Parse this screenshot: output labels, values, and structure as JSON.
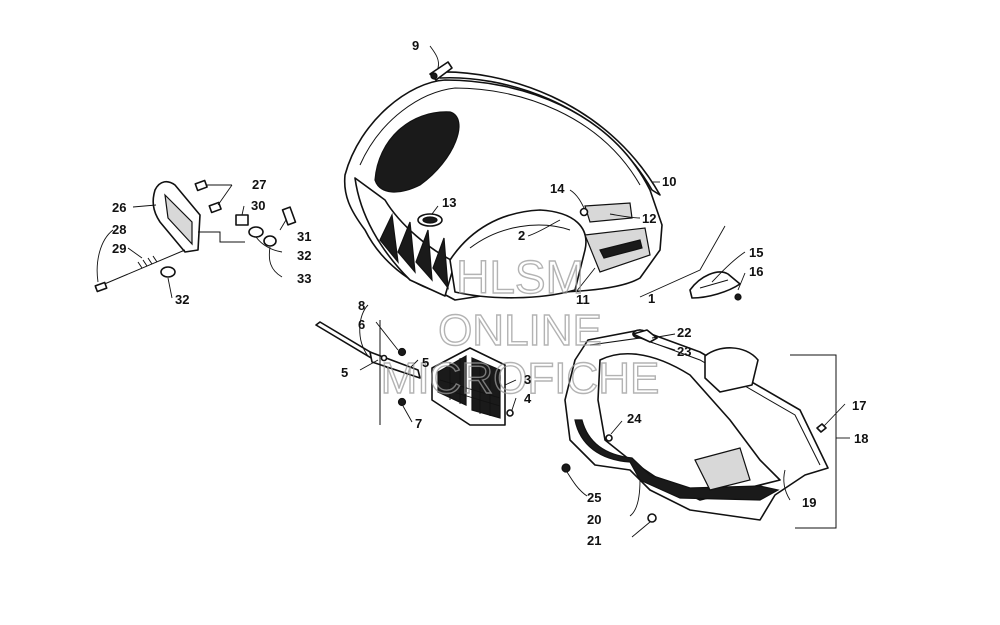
{
  "callouts": [
    "1",
    "2",
    "3",
    "4",
    "5",
    "5",
    "6",
    "7",
    "8",
    "9",
    "10",
    "11",
    "12",
    "13",
    "14",
    "15",
    "16",
    "17",
    "18",
    "19",
    "20",
    "21",
    "22",
    "23",
    "24",
    "25",
    "26",
    "27",
    "28",
    "29",
    "30",
    "31",
    "32",
    "32",
    "33"
  ],
  "watermark": [
    "HLSM",
    "ONLINE",
    "MICROFICHE"
  ]
}
